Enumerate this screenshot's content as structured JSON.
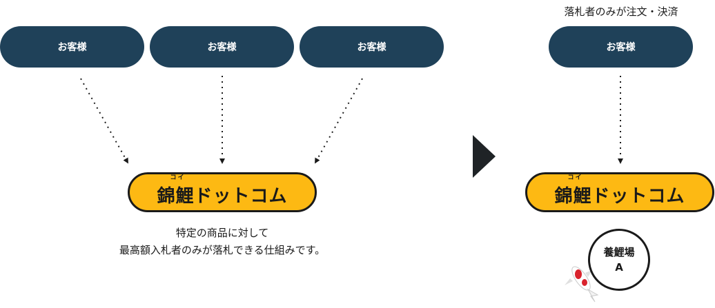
{
  "left_panel": {
    "customers": [
      "お客様",
      "お客様",
      "お客様"
    ],
    "logo": {
      "ruby": "コイ",
      "text": "錦鯉ドットコム"
    },
    "caption": [
      "特定の商品に対して",
      "最高額入札者のみが落札できる仕組みです。"
    ]
  },
  "right_panel": {
    "title": "落札者のみが注文・決済",
    "customer": "お客様",
    "logo": {
      "ruby": "コイ",
      "text": "錦鯉ドットコム"
    },
    "farm": {
      "line1": "養鯉場",
      "line2": "A"
    }
  },
  "colors": {
    "customer_pill": "#1f4159",
    "logo_fill": "#fdb913",
    "outline": "#1a1a1a",
    "koi_red": "#d9232d"
  }
}
